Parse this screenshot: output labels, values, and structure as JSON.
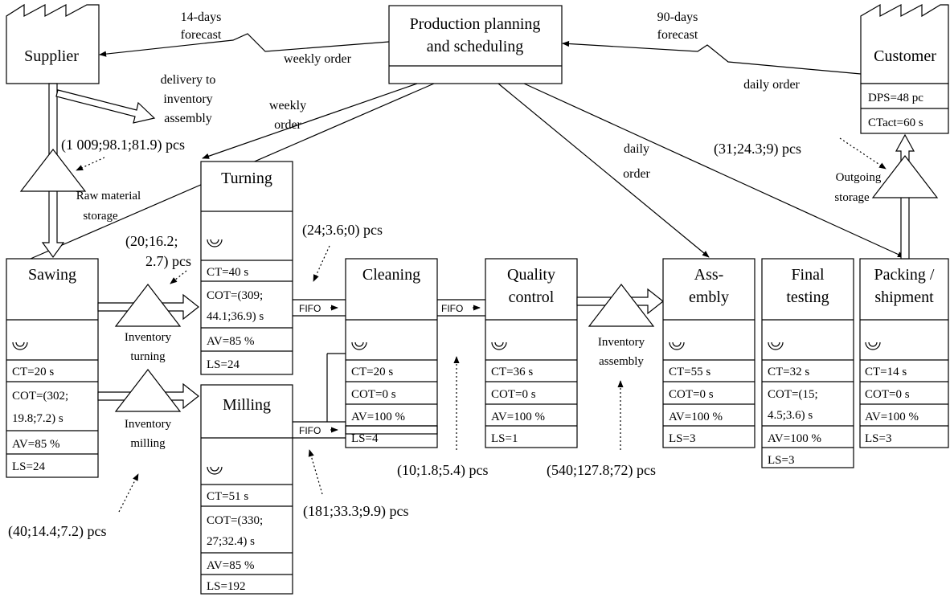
{
  "planning": {
    "line1": "Production planning",
    "line2": "and scheduling"
  },
  "supplier": {
    "label": "Supplier"
  },
  "customer": {
    "label": "Customer",
    "rows": [
      "DPS=48 pc",
      "CTact=60 s"
    ]
  },
  "flows": {
    "forecast14": [
      "14-days",
      "forecast"
    ],
    "forecast90": [
      "90-days",
      "forecast"
    ],
    "weekly_order_supplier": "weekly order",
    "daily_order_customer": "daily order",
    "weekly_order_turning": [
      "weekly",
      "order"
    ],
    "daily_order_assembly": [
      "daily",
      "order"
    ],
    "delivery": [
      "delivery to",
      "inventory",
      "assembly"
    ]
  },
  "inventories": {
    "raw": {
      "label": [
        "Raw material",
        "storage"
      ],
      "qty": "(1 009;98.1;81.9) pcs"
    },
    "turning": {
      "label": [
        "Inventory",
        "turning"
      ],
      "qty": [
        "(20;16.2;",
        "2.7) pcs"
      ]
    },
    "milling": {
      "label": [
        "Inventory",
        "milling"
      ],
      "qty": "(40;14.4;7.2) pcs"
    },
    "assembly": {
      "label": [
        "Inventory",
        "assembly"
      ],
      "qty": "(540;127.8;72) pcs"
    },
    "outgoing": {
      "label": [
        "Outgoing",
        "storage"
      ],
      "qty": "(31;24.3;9) pcs"
    },
    "fifo_turning_cleaning": "(24;3.6;0) pcs",
    "fifo_milling_cleaning": "(181;33.3;9.9) pcs",
    "fifo_cleaning_quality": "(10;1.8;5.4) pcs"
  },
  "fifo_label": "FIFO",
  "processes": {
    "sawing": {
      "name": [
        "Sawing"
      ],
      "rows": [
        "CT=20 s",
        "COT=(302;",
        "19.8;7.2) s",
        "AV=85 %",
        "LS=24"
      ]
    },
    "turning": {
      "name": [
        "Turning"
      ],
      "rows": [
        "CT=40 s",
        "COT=(309;",
        "44.1;36.9) s",
        "AV=85 %",
        "LS=24"
      ]
    },
    "milling": {
      "name": [
        "Milling"
      ],
      "rows": [
        "CT=51 s",
        "COT=(330;",
        "27;32.4) s",
        "AV=85 %",
        "LS=192"
      ]
    },
    "cleaning": {
      "name": [
        "Cleaning"
      ],
      "rows": [
        "CT=20 s",
        "COT=0 s",
        "AV=100 %",
        "LS=4"
      ]
    },
    "quality": {
      "name": [
        "Quality",
        "control"
      ],
      "rows": [
        "CT=36 s",
        "COT=0 s",
        "AV=100 %",
        "LS=1"
      ]
    },
    "assembly": {
      "name": [
        "Ass-",
        "embly"
      ],
      "rows": [
        "CT=55 s",
        "COT=0 s",
        "AV=100 %",
        "LS=3"
      ]
    },
    "testing": {
      "name": [
        "Final",
        "testing"
      ],
      "rows": [
        "CT=32 s",
        "COT=(15;",
        "4.5;3.6) s",
        "AV=100 %",
        "LS=3"
      ]
    },
    "packing": {
      "name": [
        "Packing /",
        "shipment"
      ],
      "rows": [
        "CT=14 s",
        "COT=0 s",
        "AV=100 %",
        "LS=3"
      ]
    }
  }
}
